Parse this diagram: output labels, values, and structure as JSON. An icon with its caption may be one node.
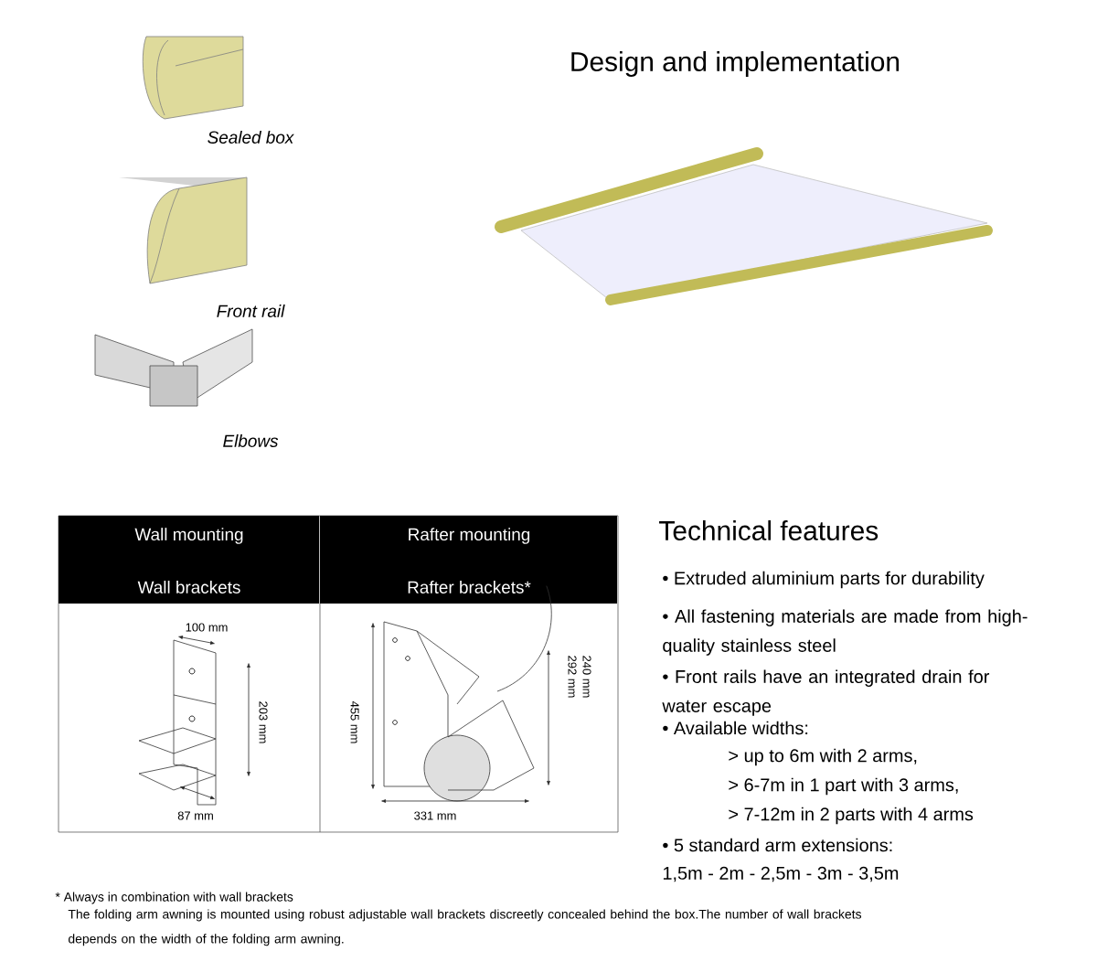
{
  "diagram": {
    "title": "Design and implementation",
    "labels": [
      "Sealed box",
      "Front rail",
      "Elbows",
      "Wall mounting",
      "Rafter mounting",
      "Wall brackets",
      "Rafter brackets*",
      "100 mm",
      "203 mm",
      "87 mm",
      "455 mm",
      "240 mm",
      "292 mm",
      "331 mm",
      "Technical features",
      "• Extruded aluminium parts for durability",
      "• All fastening materials are made from high-quality stainless steel",
      "• Front rails have an integrated drain for water escape",
      "• Available widths:",
      "> up to 6m with 2 arms,",
      "> 6-7m in 1 part with 3 arms,",
      "> 7-12m in 2 parts with 4 arms",
      "• 5 standard arm extensions:",
      "1,5m - 2m - 2,5m - 3m - 3,5m",
      "* Always in combination with wall brackets",
      "The folding arm awning is mounted using robust adjustable wall brackets discreetly concealed behind the box.The number of wall brackets depends on the width of the folding arm awning."
    ]
  }
}
